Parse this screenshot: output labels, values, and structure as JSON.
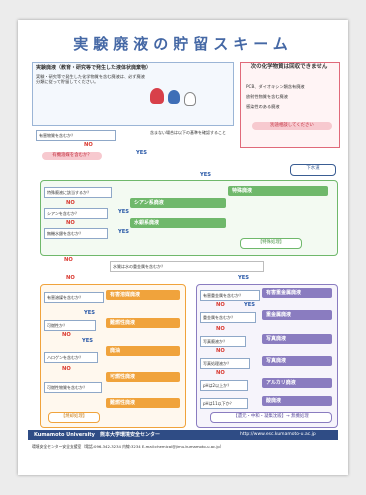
{
  "title": "実験廃液の貯留スキーム",
  "colors": {
    "title": "#4568a5",
    "no": "#d9382f",
    "yes": "#2b5aa8",
    "green": "#6fb86b",
    "orange": "#f0a33c",
    "purple": "#8a7cc0",
    "red": "#e06a7a"
  },
  "intro": {
    "heading": "実験廃液（教育・研究等で発生した液体状廃棄物）",
    "body": "実験・研究等で発生した化学物質を含む廃液は、必ず廃液分類に従って貯留してください。"
  },
  "warning": {
    "title": "次の化学物質は回収できません",
    "items": [
      "PCB、ダイオキシン類含有廃液",
      "放射性物質を含む廃液",
      "感染性のある廃液"
    ],
    "note": "別途相談してください"
  },
  "top_flow": {
    "q1": "有害物質を含むか？",
    "side_note": "含まない場合は以下の基準を確認すること",
    "q2": "有機溶媒を含むか？",
    "sewer": "下水道"
  },
  "green_section": {
    "q1": "特殊廃液に該当するか？",
    "q2": "シアンを含むか？",
    "q3": "無機水銀を含むか？",
    "cat1": "特殊廃液",
    "cat2": "シアン系廃液",
    "cat3": "水銀系廃液",
    "footer": "【特殊処理】"
  },
  "mid_question": "水質は水の重金属を含むか？",
  "left_col": {
    "q1": "有害溶媒を含むか？",
    "q2": "可燃性か？",
    "q3": "ハロゲンを含むか？",
    "q4": "可燃性物質を含むか？",
    "cats": [
      "有害溶媒廃液",
      "難燃性廃液",
      "廃油",
      "可燃性廃液",
      "難燃性廃液"
    ],
    "footer": "【焼却処理】"
  },
  "right_col": {
    "q1": "有害重金属を含むか？",
    "q2": "重金属を含むか？",
    "q3": "写真廃液か？",
    "q4": "写真処理液か？",
    "q5": "pHは2以上か？",
    "q6": "pHは11以下か？",
    "cats": [
      "有害重金属廃液",
      "重金属廃液",
      "写真廃液",
      "写真廃液",
      "アルカリ廃液",
      "酸廃液"
    ],
    "footer": "【還元・中和・凝集沈殿】→ 無機処理"
  },
  "labels": {
    "no": "NO",
    "yes": "YES"
  },
  "footer": {
    "university": "Kumamoto University",
    "center": "熊本大学環境安全センター",
    "url": "http://www.esc.kumamoto-u.ac.jp",
    "contact": "環境安全センター安全支援室（電話:096-342-3234 内線:3234 E-mail:chemical@jimu.kumamoto-u.ac.jp）"
  }
}
